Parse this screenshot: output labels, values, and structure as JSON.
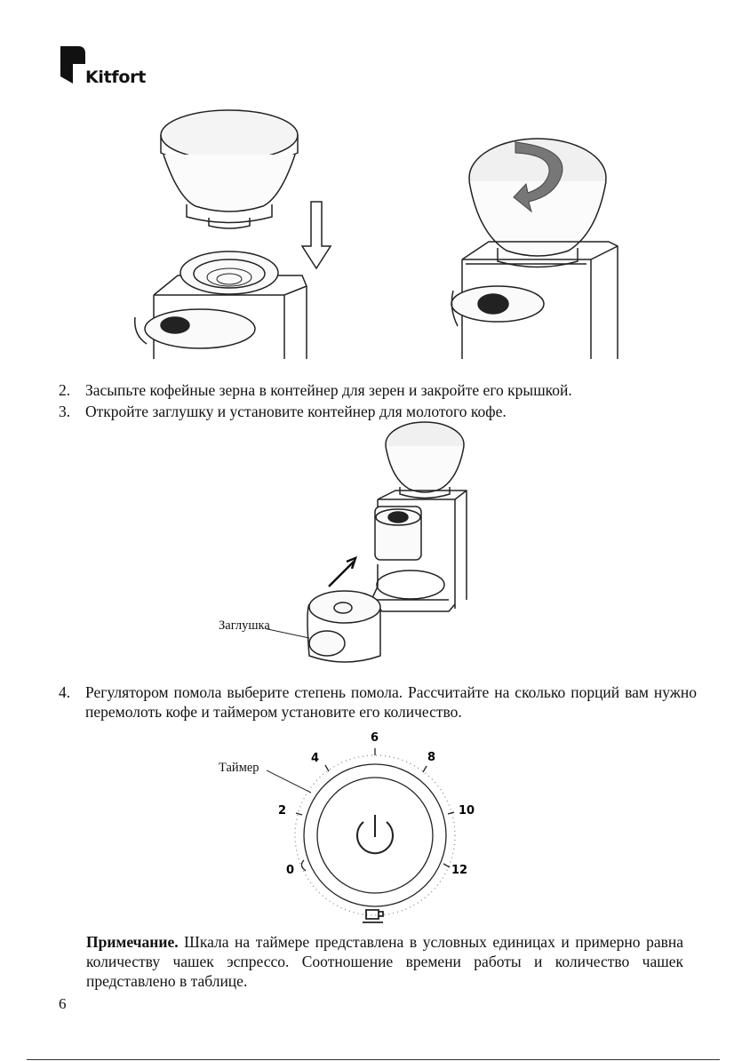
{
  "brand": {
    "name": "Kitfort"
  },
  "steps": [
    {
      "number": "2.",
      "text": "Засыпьте кофейные зерна в контейнер для зерен и закройте его крышкой."
    },
    {
      "number": "3.",
      "text": "Откройте заглушку и установите контейнер для молотого кофе."
    },
    {
      "number": "4.",
      "text": "Регулятором помола выберите степень помола. Рассчитайте на сколько порций вам нужно перемолоть кофе и таймером установите его количество."
    }
  ],
  "callouts": {
    "plug": "Заглушка",
    "timer": "Таймер"
  },
  "dial": {
    "labels": [
      "0",
      "2",
      "4",
      "6",
      "8",
      "10",
      "12"
    ]
  },
  "note": {
    "label": "Примечание.",
    "text": " Шкала на таймере представлена в условных единицах и примерно равна количеству чашек эспрессо. Соотношение времени работы и количество чашек представлено в таблице."
  },
  "page_number": "6",
  "icons": [
    "kitfort-logo",
    "rotate-arrow-icon",
    "down-arrow-icon",
    "insert-arrow-icon",
    "power-icon",
    "cup-icon"
  ]
}
